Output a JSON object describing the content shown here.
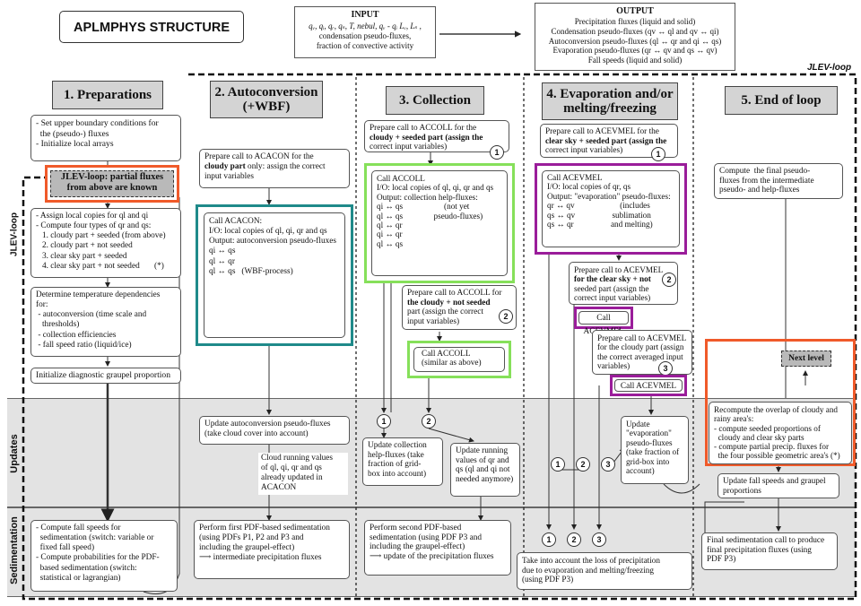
{
  "title": "APLMPHYS STRUCTURE",
  "input": {
    "heading": "INPUT",
    "lines": [
      "qᵥ, qᵢ, qᵣ, qₛ, T, nebul, qᵥ - qᵢ Lᵥ, Lₛ ,",
      "condensation pseudo-fluxes,",
      "fraction of convective activity"
    ]
  },
  "output": {
    "heading": "OUTPUT",
    "lines": [
      "Precipitation fluxes (liquid and solid)",
      "Condensation pseudo-fluxes (qv ↔ ql and qv ↔ qi)",
      "Autoconversion pseudo-fluxes (ql ↔ qr and qi ↔ qs)",
      "Evaporation pseudo-fluxes (qr ↔ qv and qs ↔ qv)",
      "Fall speeds (liquid and solid)"
    ]
  },
  "loop_labels": {
    "jlev_loop_top": "JLEV-loop",
    "jlev_loop_side": "JLEV-loop"
  },
  "band_labels": {
    "updates": "Updates",
    "sedimentation": "Sedimentation"
  },
  "columns": {
    "c1": {
      "header": "1. Preparations",
      "box_a": [
        "- Set upper boundary conditions for",
        "  the (pseudo-) fluxes",
        "",
        "- Initialize local arrays"
      ],
      "jlev_box": [
        "JLEV-loop: partial fluxes",
        "from above are known"
      ],
      "box_b": [
        "- Assign local copies for ql and qi",
        "- Compute four types of qr and qs:",
        "   1. cloudy part + seeded (from above)",
        "   2. cloudy part + not seeded",
        "   3. clear sky part + seeded",
        "   4. clear sky part + not seeded       (*)"
      ],
      "box_c": [
        "Determine temperature dependencies",
        "for:",
        " - autoconversion (time scale and",
        "   thresholds)",
        " - collection efficiencies",
        " - fall speed ratio (liquid/ice)"
      ],
      "box_d": "Initialize diagnostic graupel proportion",
      "sed_box": [
        "- Compute fall speeds for",
        "  sedimentation (switch: variable or",
        "  fixed fall speed)",
        "- Compute probabilities for the PDF-",
        "  based sedimentation (switch:",
        "  statistical or lagrangian)"
      ]
    },
    "c2": {
      "header": [
        "2. Autoconversion",
        "(+WBF)"
      ],
      "prep": [
        "Prepare call to ACACON for the",
        "cloudy part only: assign the correct",
        "input variables"
      ],
      "prep_bold": "cloudy part",
      "call": [
        "Call ACACON:",
        "",
        "I/O: local copies of ql, qi, qr and qs",
        "",
        "Output: autoconversion pseudo-fluxes",
        "",
        "qi ↔ qs",
        "ql ↔ qr",
        "ql ↔ qs   (WBF-process)"
      ],
      "update": [
        "Update autoconversion pseudo-fluxes",
        "(take cloud cover into account)"
      ],
      "running": [
        "Cloud running values",
        "of ql, qi, qr and qs",
        "already updated in",
        "ACACON"
      ],
      "sed_box": [
        "Perform first PDF-based sedimentation",
        "(using PDFs P1, P2 and P3 and",
        "including the graupel-effect)",
        "",
        "⟶ intermediate precipitation fluxes"
      ]
    },
    "c3": {
      "header": "3. Collection",
      "prep1": [
        "Prepare call to ACCOLL for the",
        "cloudy + seeded part (assign the",
        "correct input variables)"
      ],
      "call1": [
        "Call ACCOLL",
        "",
        "I/O: local copies of ql, qi, qr and qs",
        "",
        "Output: collection help-fluxes:",
        "",
        "qi ↔ qs                    (not yet",
        "ql ↔ qs               pseudo-fluxes)",
        "ql ↔ qr",
        "qi ↔ qr",
        "ql ↔ qs"
      ],
      "prep2": [
        "Prepare call to ACCOLL for",
        "the cloudy + not seeded",
        "part (assign the correct",
        "input variables)"
      ],
      "call2": [
        "Call ACCOLL",
        "",
        "(similar as above)"
      ],
      "update1": [
        "Update collection",
        "help-fluxes (take",
        "fraction of grid-",
        "box into account)"
      ],
      "update2": [
        "Update running",
        "values of qr and",
        "qs (ql and qi not",
        "needed anymore)"
      ],
      "sed_box": [
        "Perform second PDF-based",
        "sedimentation (using PDF P3 and",
        "including the graupel-effect)",
        "",
        "⟶ update of the precipitation fluxes"
      ]
    },
    "c4": {
      "header": [
        "4. Evaporation and/or",
        "melting/freezing"
      ],
      "prep1": [
        "Prepare call to ACEVMEL for the",
        "clear sky + seeded part (assign the",
        "correct input variables)"
      ],
      "call1": [
        "Call ACEVMEL",
        "",
        "I/O: local copies of qr, qs",
        "",
        "Output: \"evaporation\" pseudo-fluxes:",
        "",
        "qr ↔ qv                      (includes",
        "qs ↔ qv                  sublimation",
        "qs ↔ qr                  and melting)"
      ],
      "prep2": [
        "Prepare call to ACEVMEL",
        "for the clear sky + not",
        "seeded part (assign the",
        "correct input variables)"
      ],
      "call2": "Call ACEVMEL",
      "prep3": [
        "Prepare call to ACEVMEL",
        "for the cloudy part (assign",
        "the correct averaged input",
        "variables)"
      ],
      "call3": "Call ACEVMEL",
      "update": [
        "Update",
        "\"evaporation\"",
        "pseudo-fluxes",
        "(take fraction of",
        "grid-box into",
        "account)"
      ],
      "sed_box": [
        "Take into account the loss of precipitation",
        "due to evaporation and melting/freezing",
        "(using PDF P3)"
      ]
    },
    "c5": {
      "header": "5. End of loop",
      "compute": [
        "Compute  the final pseudo-",
        "fluxes from the intermediate",
        "pseudo- and help-fluxes"
      ],
      "next_level": "Next level",
      "recompute": [
        "Recompute the overlap of cloudy and",
        "rainy area's:",
        "- compute seeded proportions of",
        "  cloudy and clear sky parts",
        "- compute partial precip. fluxes for",
        "  the four possible geometric area's (*)"
      ],
      "update": [
        "Update fall speeds and graupel",
        "proportions"
      ],
      "sed_box": [
        "Final sedimentation call to produce",
        "final precipitation fluxes (using",
        "PDF P3)"
      ]
    }
  },
  "circles": [
    "1",
    "2",
    "3"
  ]
}
